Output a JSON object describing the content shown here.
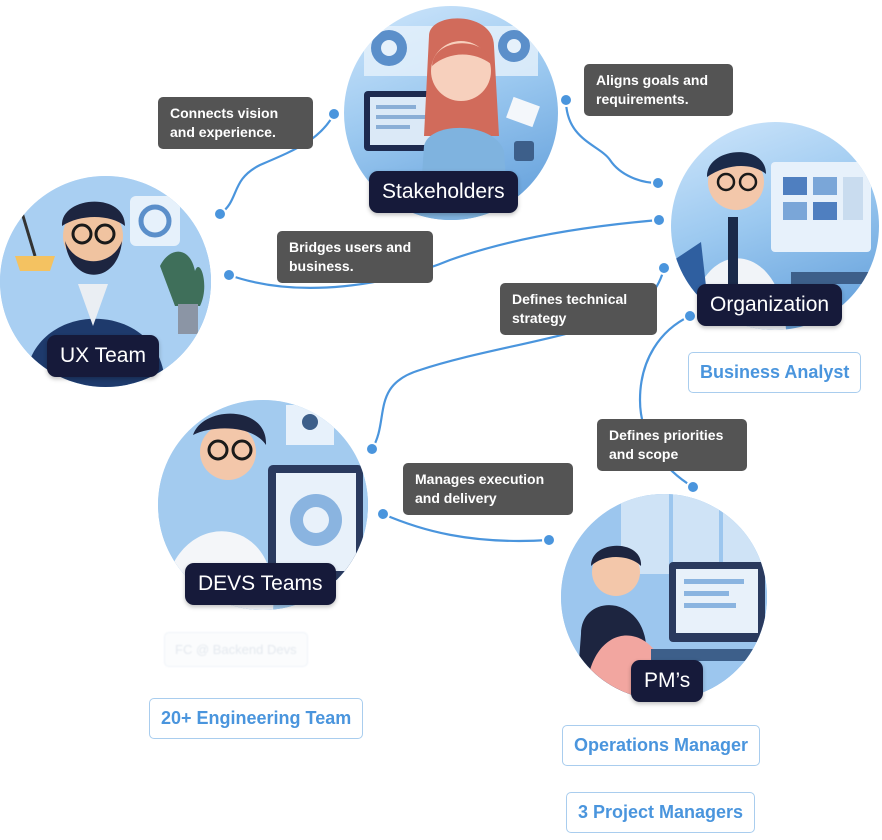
{
  "nodes": {
    "stakeholders": "Stakeholders",
    "organization": "Organization",
    "ux_team": "UX Team",
    "devs_teams": "DEVS Teams",
    "pms": "PM’s"
  },
  "relations": {
    "connects": "Connects vision and experience.",
    "aligns": "Aligns goals and requirements.",
    "bridges": "Bridges users and business.",
    "defines_tech": "Defines technical strategy",
    "defines_priorities": "Defines priorities and scope",
    "manages": "Manages execution and delivery"
  },
  "roles": {
    "business_analyst": "Business Analyst",
    "engineering_team": "20+ Engineering Team",
    "operations_manager": "Operations Manager",
    "project_managers": "3 Project Managers",
    "faded": "FC @ Backend Devs"
  },
  "colors": {
    "connector": "#4a95dd",
    "badge_bg": "#161a3a",
    "note_bg": "#545454",
    "role_text": "#4a95dd",
    "role_border": "#a9cdee"
  }
}
